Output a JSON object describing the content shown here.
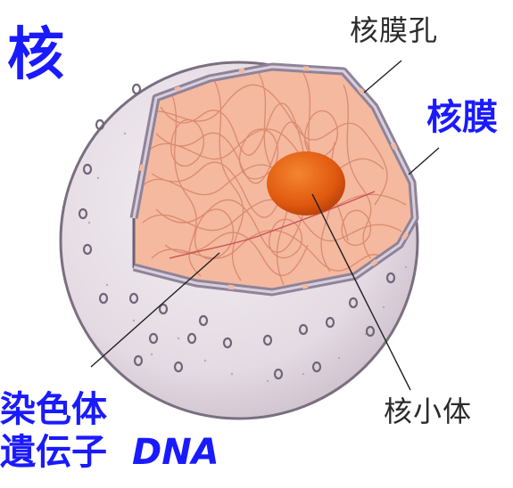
{
  "labels": {
    "title": "核",
    "nuclear_pore": "核膜孔",
    "nuclear_envelope": "核膜",
    "nucleolus": "核小体",
    "chromosome": "染色体",
    "gene": "遺伝子",
    "dna": "DNA"
  },
  "colors": {
    "label_blue": "#1a1aff",
    "outer_sphere": "#e7dfe6",
    "membrane": "#8a7f92",
    "nucleoplasm": "#f3b59a",
    "chromatin": "#d9876a",
    "nucleolus": "#e05a12"
  }
}
